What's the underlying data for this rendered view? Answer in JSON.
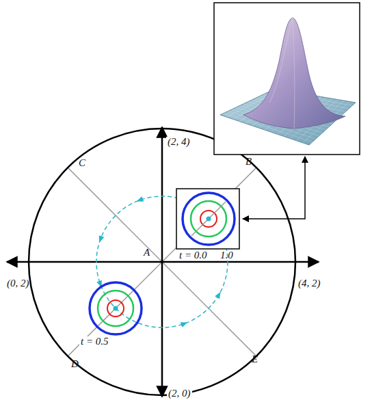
{
  "diagram": {
    "labels": [
      "(2, 4)",
      "(0, 2)",
      "(4, 2)",
      "(2, 0)",
      "A",
      "B",
      "C",
      "D",
      "E",
      "t = 0.0",
      "1.0",
      "t = 0.5"
    ]
  }
}
